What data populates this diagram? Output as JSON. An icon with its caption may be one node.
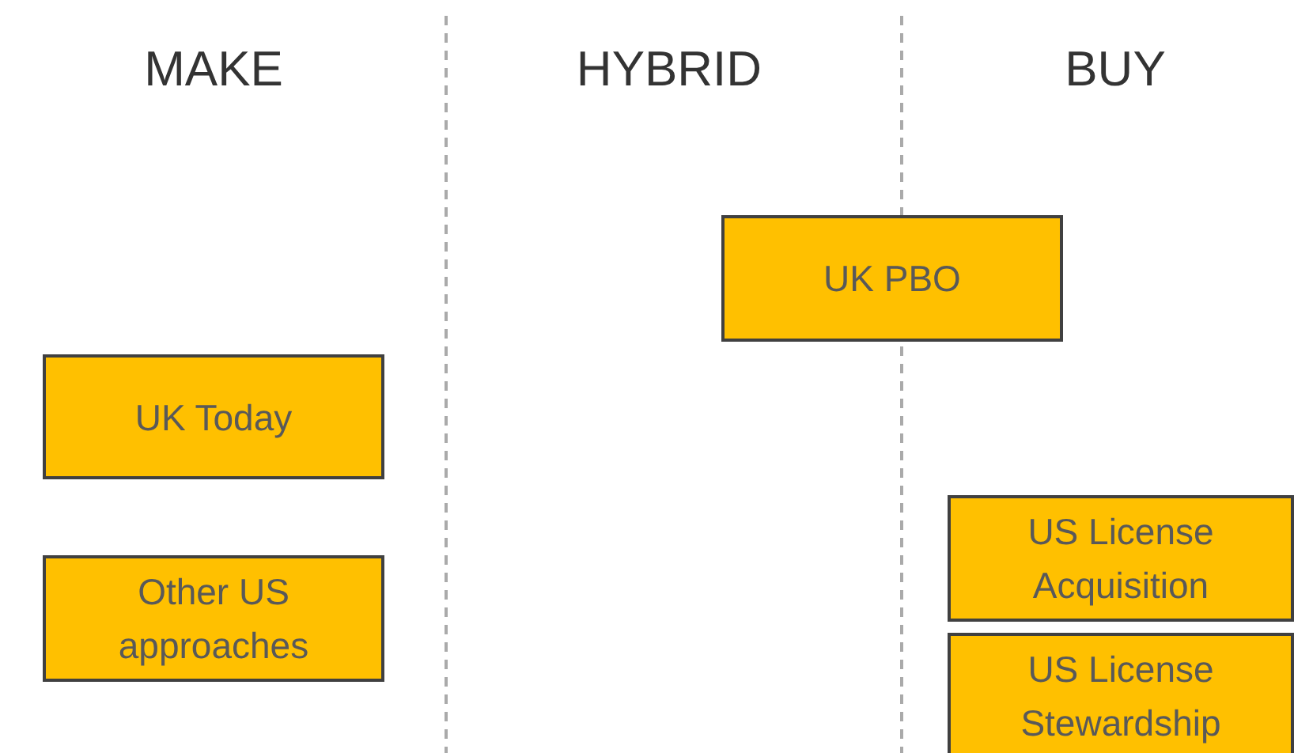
{
  "diagram": {
    "nodes": [
      {
        "text": [
          "UK PBO"
        ]
      },
      {
        "text": [
          "UK Today"
        ]
      },
      {
        "text": [
          "Other US approaches"
        ]
      },
      {
        "text": [
          "US License Acquisition"
        ]
      },
      {
        "text": [
          "US License Stewardship"
        ]
      }
    ],
    "labels": [
      "MAKE",
      "HYBRID",
      "BUY"
    ]
  }
}
